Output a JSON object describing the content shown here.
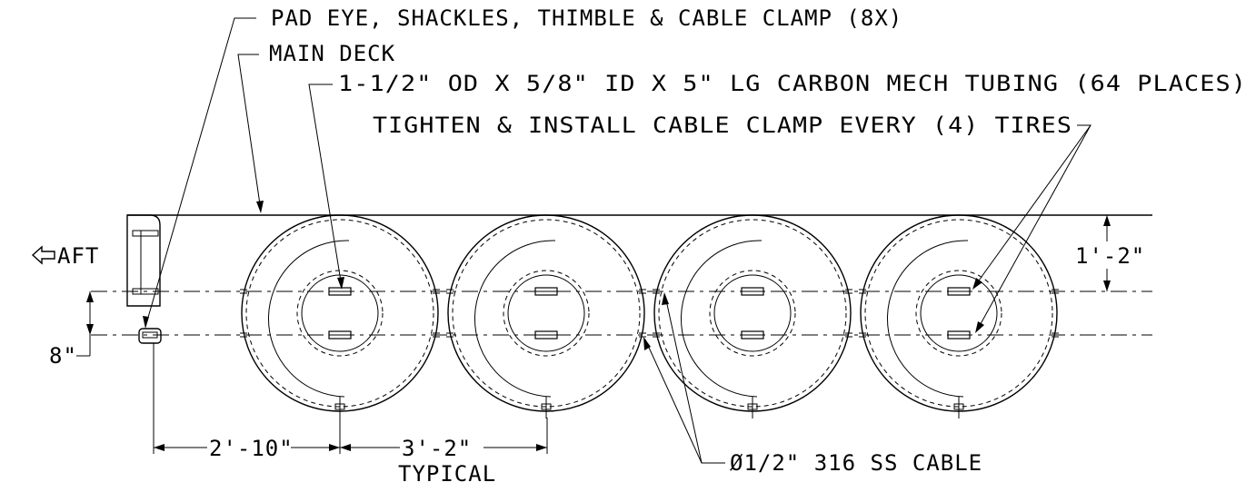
{
  "notes": {
    "pad_eye": "PAD EYE, SHACKLES, THIMBLE & CABLE CLAMP (8X)",
    "main_deck": "MAIN DECK",
    "tubing": "1-1/2\" OD X 5/8\" ID X 5\" LG CARBON MECH TUBING  (64 PLACES)",
    "tighten": "TIGHTEN & INSTALL CABLE CLAMP EVERY (4) TIRES",
    "cable": "Ø1/2\" 316 SS CABLE"
  },
  "direction": {
    "aft": "AFT"
  },
  "dimensions": {
    "height_top": "1'-2\"",
    "cable_spacing": "8\"",
    "first_offset": "2'-10\"",
    "pitch": "3'-2\"",
    "pitch_note": "TYPICAL"
  },
  "tires": {
    "count": 4
  },
  "colors": {
    "ink": "#000000",
    "paper": "#ffffff"
  }
}
